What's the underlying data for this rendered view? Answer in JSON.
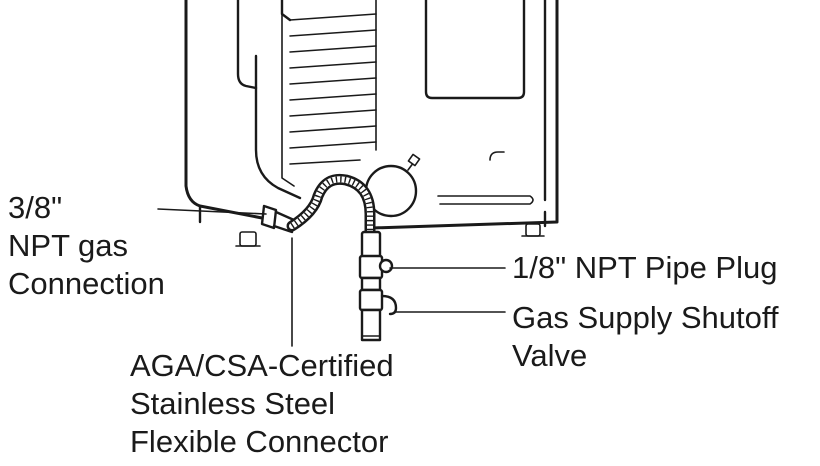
{
  "labels": {
    "gas_connection": [
      "3/8\"",
      "NPT gas",
      "Connection"
    ],
    "pipe_plug": "1/8\" NPT Pipe Plug",
    "shutoff_valve": [
      "Gas Supply Shutoff",
      "Valve"
    ],
    "flex_connector": [
      "AGA/CSA-Certified",
      "Stainless Steel",
      "Flexible Connector"
    ]
  }
}
